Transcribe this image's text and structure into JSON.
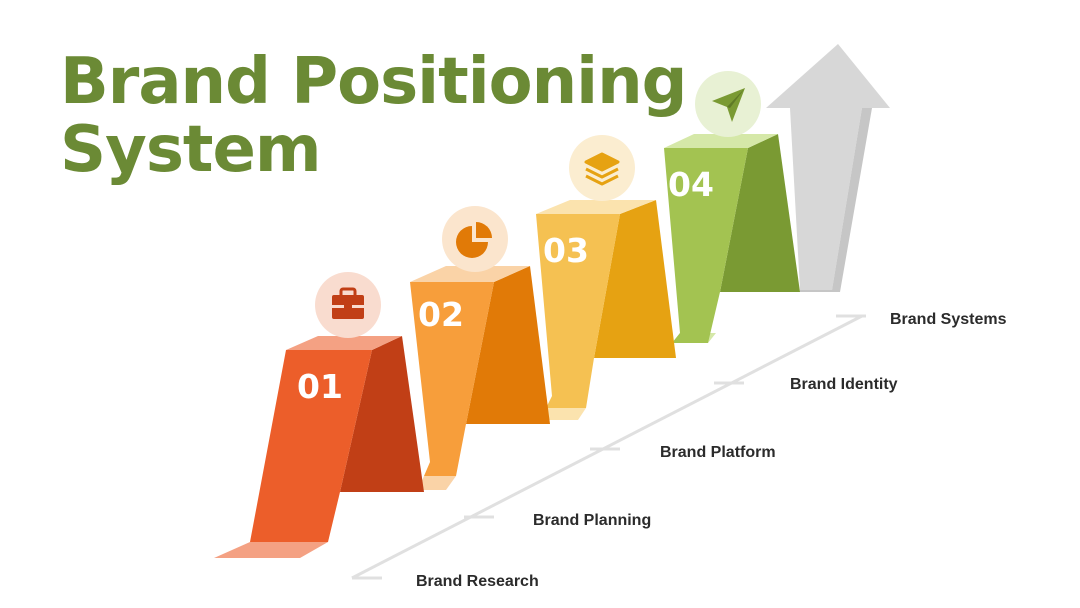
{
  "title": {
    "line1": "Brand Positioning",
    "line2": "System"
  },
  "steps": [
    {
      "number": "01",
      "icon": "briefcase-icon",
      "label": "Brand Research"
    },
    {
      "number": "02",
      "icon": "pie-chart-icon",
      "label": "Brand Planning"
    },
    {
      "number": "03",
      "icon": "layers-icon",
      "label": "Brand Platform"
    },
    {
      "number": "04",
      "icon": "send-icon",
      "label": "Brand Identity"
    }
  ],
  "final_stage": {
    "label": "Brand Systems"
  },
  "colors": {
    "title": "#6b8a35",
    "step1_front": "#ec5e2a",
    "step1_side": "#c13f16",
    "step1_top": "#f4a183",
    "step2_front": "#f79e3b",
    "step2_side": "#e17a07",
    "step2_top": "#fad3a7",
    "step3_front": "#f5c152",
    "step3_side": "#e6a212",
    "step3_top": "#fbe3ae",
    "step4_front": "#a3c351",
    "step4_side": "#7a9a33",
    "step4_top": "#d5e8a8",
    "arrow": "#d6d6d6",
    "timeline": "#e0e0e0"
  }
}
